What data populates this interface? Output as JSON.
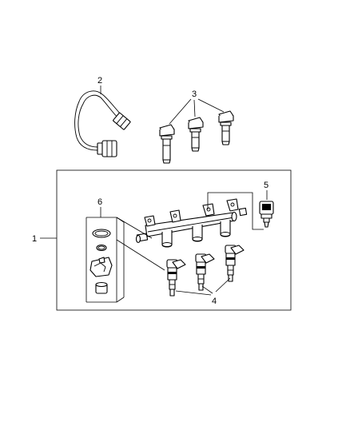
{
  "diagram": {
    "callouts": {
      "fuel_rail_assembly": "1",
      "fuel_line": "2",
      "bolts": "3",
      "fuel_injectors": "4",
      "pressure_sensor": "5",
      "seal_kit": "6"
    }
  }
}
